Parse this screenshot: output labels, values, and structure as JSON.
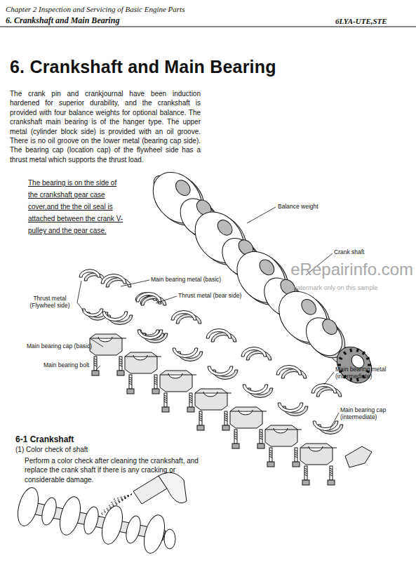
{
  "diagram": {
    "title": "6. Crankshaft and Main Bearing",
    "labels": [
      "Chapter 2 Inspection and Servicing of Basic Engine Parts",
      "6. Crankshaft and Main Bearing",
      "6LYA-UTE,STE",
      "The crank pin and crankjournal have been induction hardened for superior durability, and the crankshaft is provided with four balance weights for optional balance. The crankshaft main bearing is of the hanger type. The upper metal (cylinder block side) is provided with an oil groove. There is no oil groove on the lower metal (bearing cap side). The bearing cap (location cap) of the flywheel side has a thrust metal which supports the thrust load.",
      "The bearing is on the side of the crankshaft gear case cover,and the the oil seal is attached between the crank V-pulley and the gear case.",
      "Balance weight",
      "Crank shaft",
      "Main bearing metal (basic)",
      "Thrust metal (bear side)",
      "Thrust metal (Flywheel side)",
      "Main bearing cap (basic)",
      "Main bearing bolt",
      "Main bearing metal (intermediate)",
      "Main bearing cap (intermediate)",
      "6-1 Crankshaft",
      "(1) Color check of shaft",
      "Perform a color check after cleaning the crankshaft, and replace the crank shaft if there is any cracking or considerable damage.",
      "eRepairinfo.com",
      "watermark only on this sample"
    ]
  }
}
